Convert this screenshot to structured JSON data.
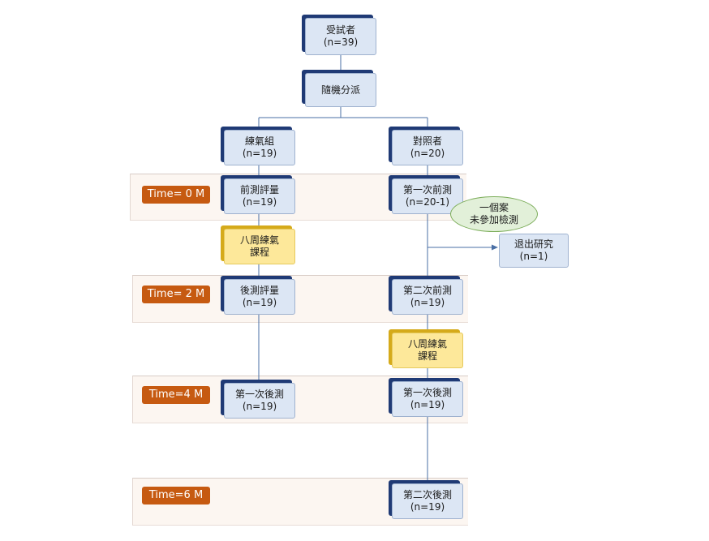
{
  "nodes": {
    "participants": {
      "line1": "受試者",
      "line2": "(n=39)"
    },
    "randomization": {
      "line1": "隨機分派"
    },
    "qigong_group": {
      "line1": "練氣組",
      "line2": "(n=19)"
    },
    "control_group": {
      "line1": "對照者",
      "line2": "(n=20)"
    },
    "pre_assessment": {
      "line1": "前測評量",
      "line2": "(n=19)"
    },
    "first_pretest": {
      "line1": "第一次前測",
      "line2": "(n=20-1)"
    },
    "qigong_course_1": {
      "line1": "八周練氣",
      "line2": "課程"
    },
    "post_assessment": {
      "line1": "後測評量",
      "line2": "(n=19)"
    },
    "second_pretest": {
      "line1": "第二次前測",
      "line2": "(n=19)"
    },
    "qigong_course_2": {
      "line1": "八周練氣",
      "line2": "課程"
    },
    "first_posttest_left": {
      "line1": "第一次後測",
      "line2": "(n=19)"
    },
    "first_posttest_right": {
      "line1": "第一次後測",
      "line2": "(n=19)"
    },
    "second_posttest": {
      "line1": "第二次後測",
      "line2": "(n=19)"
    },
    "withdrawal": {
      "line1": "退出研究",
      "line2": "(n=1)"
    },
    "dropout_note": {
      "line1": "一個案",
      "line2": "未參加檢測"
    }
  },
  "timepoints": {
    "t0": "Time= 0 M",
    "t2": "Time= 2 M",
    "t4": "Time=4 M",
    "t6": "Time=6 M"
  },
  "colors": {
    "node_fill": "#dce6f4",
    "node_shadow": "#1f3a75",
    "course_fill": "#fde89a",
    "course_shadow": "#d5aa1a",
    "time_badge": "#c65a11",
    "band_fill": "#fcf6f1",
    "note_fill": "#e2f0d9",
    "note_border": "#7cad5a",
    "connector": "#4a6fa5"
  }
}
